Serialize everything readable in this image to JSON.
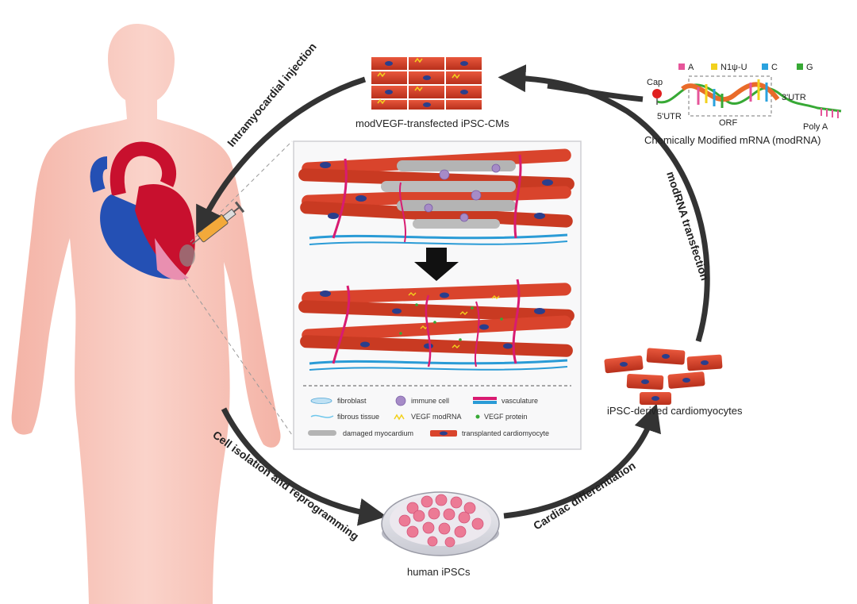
{
  "colors": {
    "body": "#f7c1b6",
    "muscle": "#d9442c",
    "muscle_dark": "#a92a18",
    "vessel_red": "#d81b71",
    "vessel_blue": "#2a9bd6",
    "nucleus": "#2a3e8c",
    "damaged": "#b4b4b4",
    "immune": "#a68bc7",
    "modrna": "#f2d11d",
    "protein": "#37a935",
    "arrow": "#333333",
    "heart_blue": "#2450b4",
    "heart_red": "#c8102e",
    "nt_A": "#e6559a",
    "nt_N1": "#f2d11d",
    "nt_C": "#2aa2de",
    "nt_G": "#37a935"
  },
  "labels": {
    "transfected": "modVEGF-transfected iPSC-CMs",
    "derived": "iPSC-derived cardiomyocytes",
    "ipscs": "human iPSCs",
    "modrna_title": "Chemically Modified mRNA (modRNA)"
  },
  "steps": {
    "injection": "Intramyocardial injection",
    "transfection": "modRNA transfection",
    "isolation": "Cell isolation and reprogramming",
    "differentiation": "Cardiac differentiation"
  },
  "mrna": {
    "cap": "Cap",
    "utr5": "5'UTR",
    "orf": "ORF",
    "utr3": "3'UTR",
    "polya": "Poly A",
    "nucleotides": [
      {
        "label": "A",
        "color": "#e6559a"
      },
      {
        "label": "N1ψ-U",
        "color": "#f2d11d"
      },
      {
        "label": "C",
        "color": "#2aa2de"
      },
      {
        "label": "G",
        "color": "#37a935"
      }
    ]
  },
  "legend": {
    "fibroblast": "fibroblast",
    "immune_cell": "immune cell",
    "vasculature": "vasculature",
    "fibrous_tissue": "fibrous tissue",
    "vegf_modrna": "VEGF modRNA",
    "vegf_protein": "VEGF protein",
    "damaged_myocardium": "damaged myocardium",
    "transplanted": "transplanted cardiomyocyte"
  }
}
